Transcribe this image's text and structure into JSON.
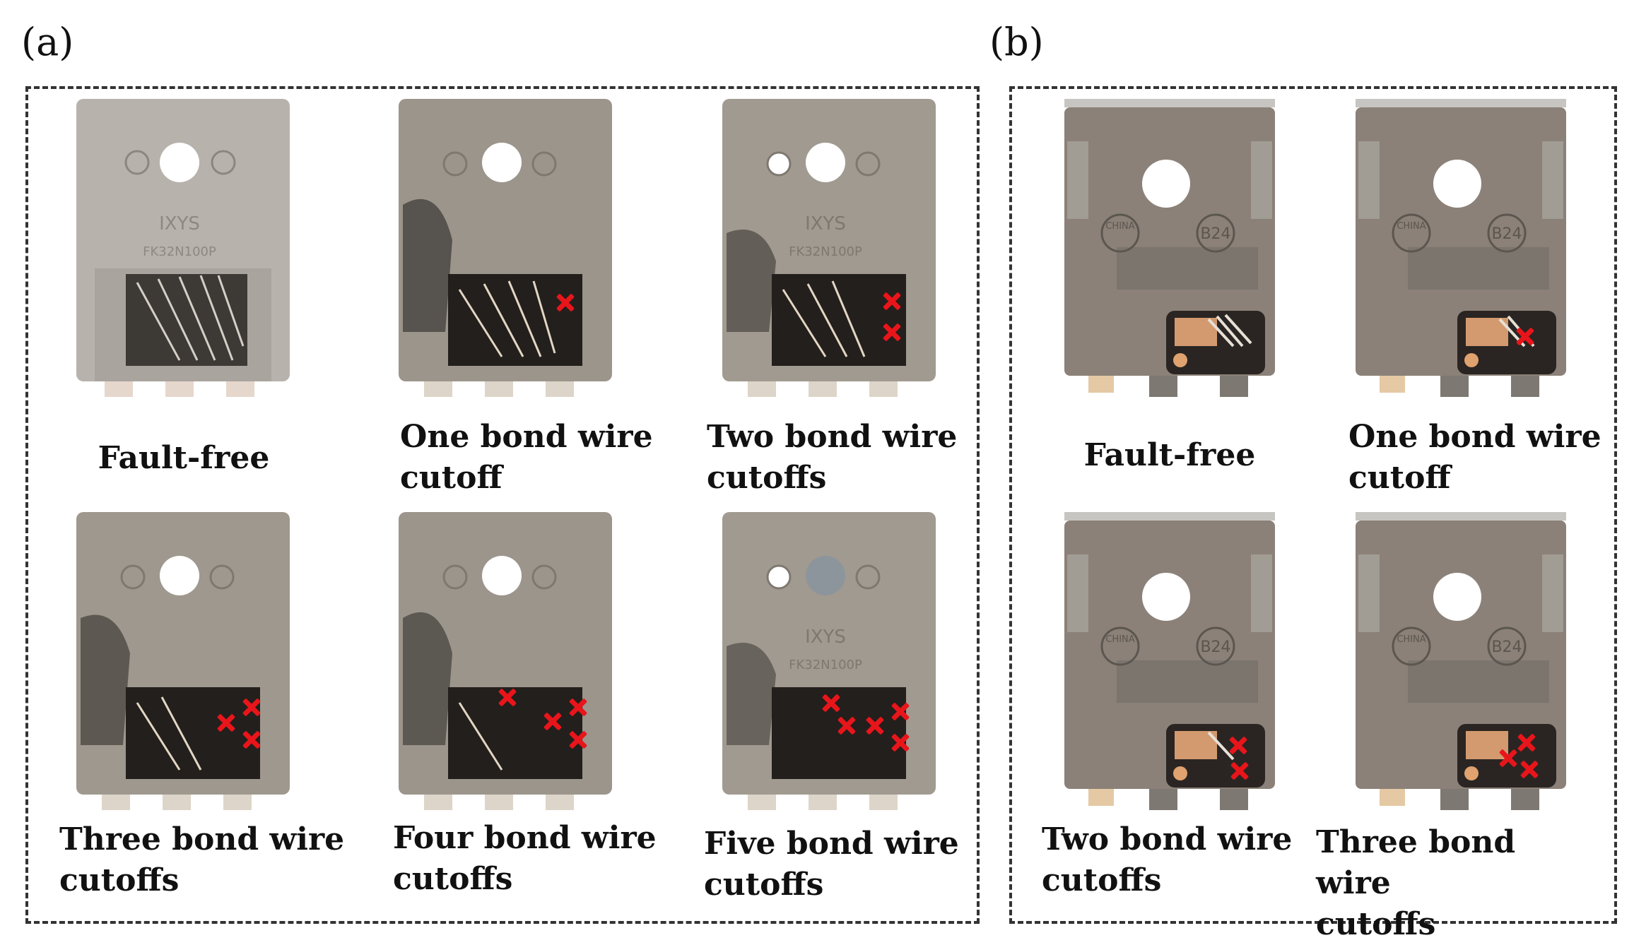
{
  "panels": {
    "a": {
      "label": "(a)",
      "items": [
        {
          "caption": "Fault-free",
          "marks": 0
        },
        {
          "caption": "One bond wire\ncutoff",
          "marks": 1
        },
        {
          "caption": "Two bond wire\ncutoffs",
          "marks": 2
        },
        {
          "caption": "Three bond wire\ncutoffs",
          "marks": 3
        },
        {
          "caption": "Four bond wire\ncutoffs",
          "marks": 4
        },
        {
          "caption": "Five bond wire\ncutoffs",
          "marks": 5
        }
      ],
      "chip_markings": {
        "brand": "IXYS",
        "part": "FK32N100P"
      }
    },
    "b": {
      "label": "(b)",
      "items": [
        {
          "caption": "Fault-free",
          "marks": 0
        },
        {
          "caption": "One bond wire\ncutoff",
          "marks": 1
        },
        {
          "caption": "Two bond wire\ncutoffs",
          "marks": 2
        },
        {
          "caption": "Three bond wire\ncutoffs",
          "marks": 3
        }
      ],
      "chip_markings": {
        "code": "B24",
        "origin": "CHINA"
      }
    }
  },
  "colors": {
    "cut_marker": "#e8151b",
    "border": "#333333"
  }
}
